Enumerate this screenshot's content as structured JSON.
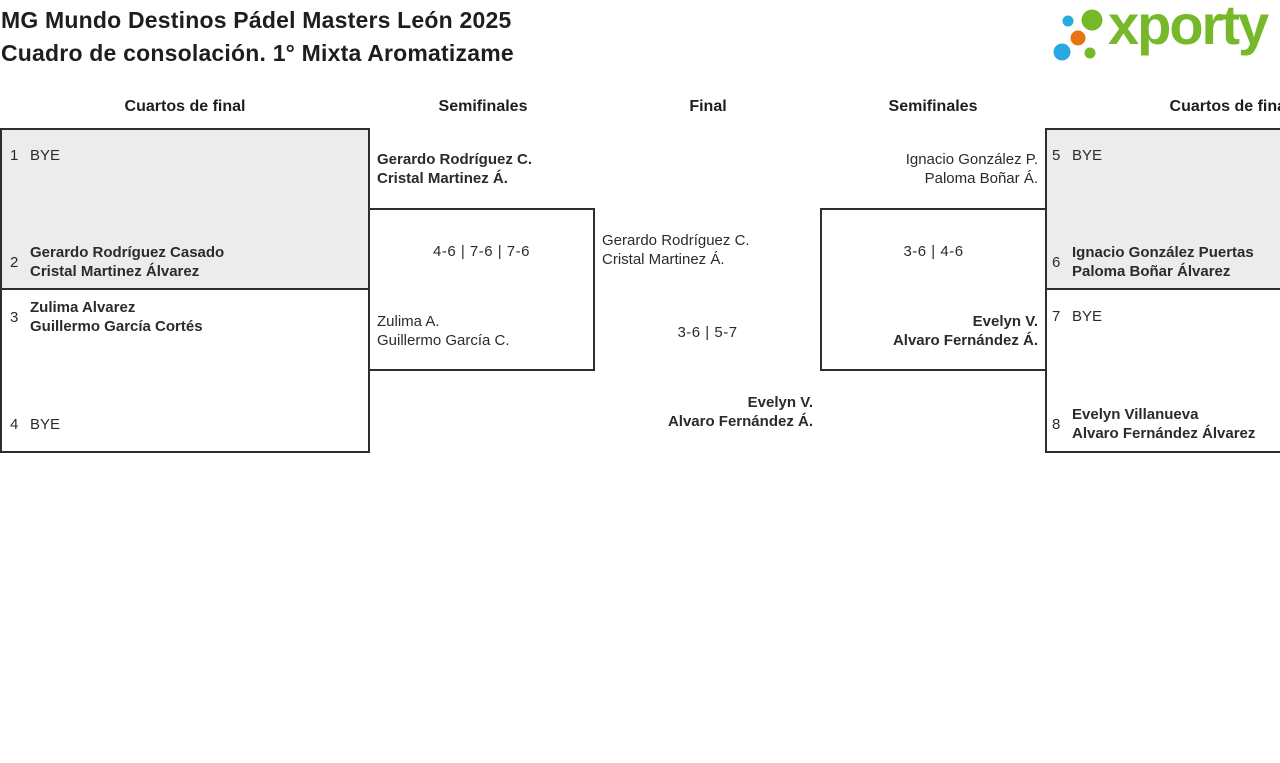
{
  "page": {
    "title_line1": "MG Mundo Destinos Pádel Masters León 2025",
    "title_line2": "Cuadro de consolación. 1° Mixta Aromatizame"
  },
  "logo": {
    "text": "xporty"
  },
  "round_headers": [
    "Cuartos de final",
    "Semifinales",
    "Final",
    "Semifinales",
    "Cuartos de final"
  ],
  "colors": {
    "green": "#76b82a",
    "blue": "#29a9e1",
    "orange": "#e8740f",
    "gray": "#ececec",
    "border": "#2e2e2e"
  },
  "bracket": {
    "qf1": {
      "seed_top": "1",
      "team_top_1": "BYE",
      "seed_bottom": "2",
      "team_bottom_1": "Gerardo Rodríguez Casado",
      "team_bottom_2": "Cristal Martinez Álvarez"
    },
    "qf2": {
      "seed_top": "3",
      "team_top_1": "Zulima Alvarez",
      "team_top_2": "Guillermo García Cortés",
      "seed_bottom": "4",
      "team_bottom_1": "BYE"
    },
    "qf3": {
      "seed_top": "5",
      "team_top_1": "BYE",
      "seed_bottom": "6",
      "team_bottom_1": "Ignacio González Puertas",
      "team_bottom_2": "Paloma Boñar Álvarez"
    },
    "qf4": {
      "seed_top": "7",
      "team_top_1": "BYE",
      "seed_bottom": "8",
      "team_bottom_1": "Evelyn Villanueva",
      "team_bottom_2": "Alvaro Fernández Álvarez"
    },
    "sf_left": {
      "winner_1": "Gerardo Rodríguez C.",
      "winner_2": "Cristal Martinez Á.",
      "score": "4-6 | 7-6 | 7-6",
      "loser_1": "Zulima A.",
      "loser_2": "Guillermo García C."
    },
    "sf_right": {
      "loser_1": "Ignacio González P.",
      "loser_2": "Paloma Boñar Á.",
      "score": "3-6 | 4-6",
      "winner_1": "Evelyn V.",
      "winner_2": "Alvaro Fernández Á."
    },
    "final": {
      "team_a_1": "Gerardo Rodríguez C.",
      "team_a_2": "Cristal Martinez Á.",
      "score": "3-6 | 5-7",
      "winner_1": "Evelyn V.",
      "winner_2": "Alvaro Fernández Á."
    }
  }
}
